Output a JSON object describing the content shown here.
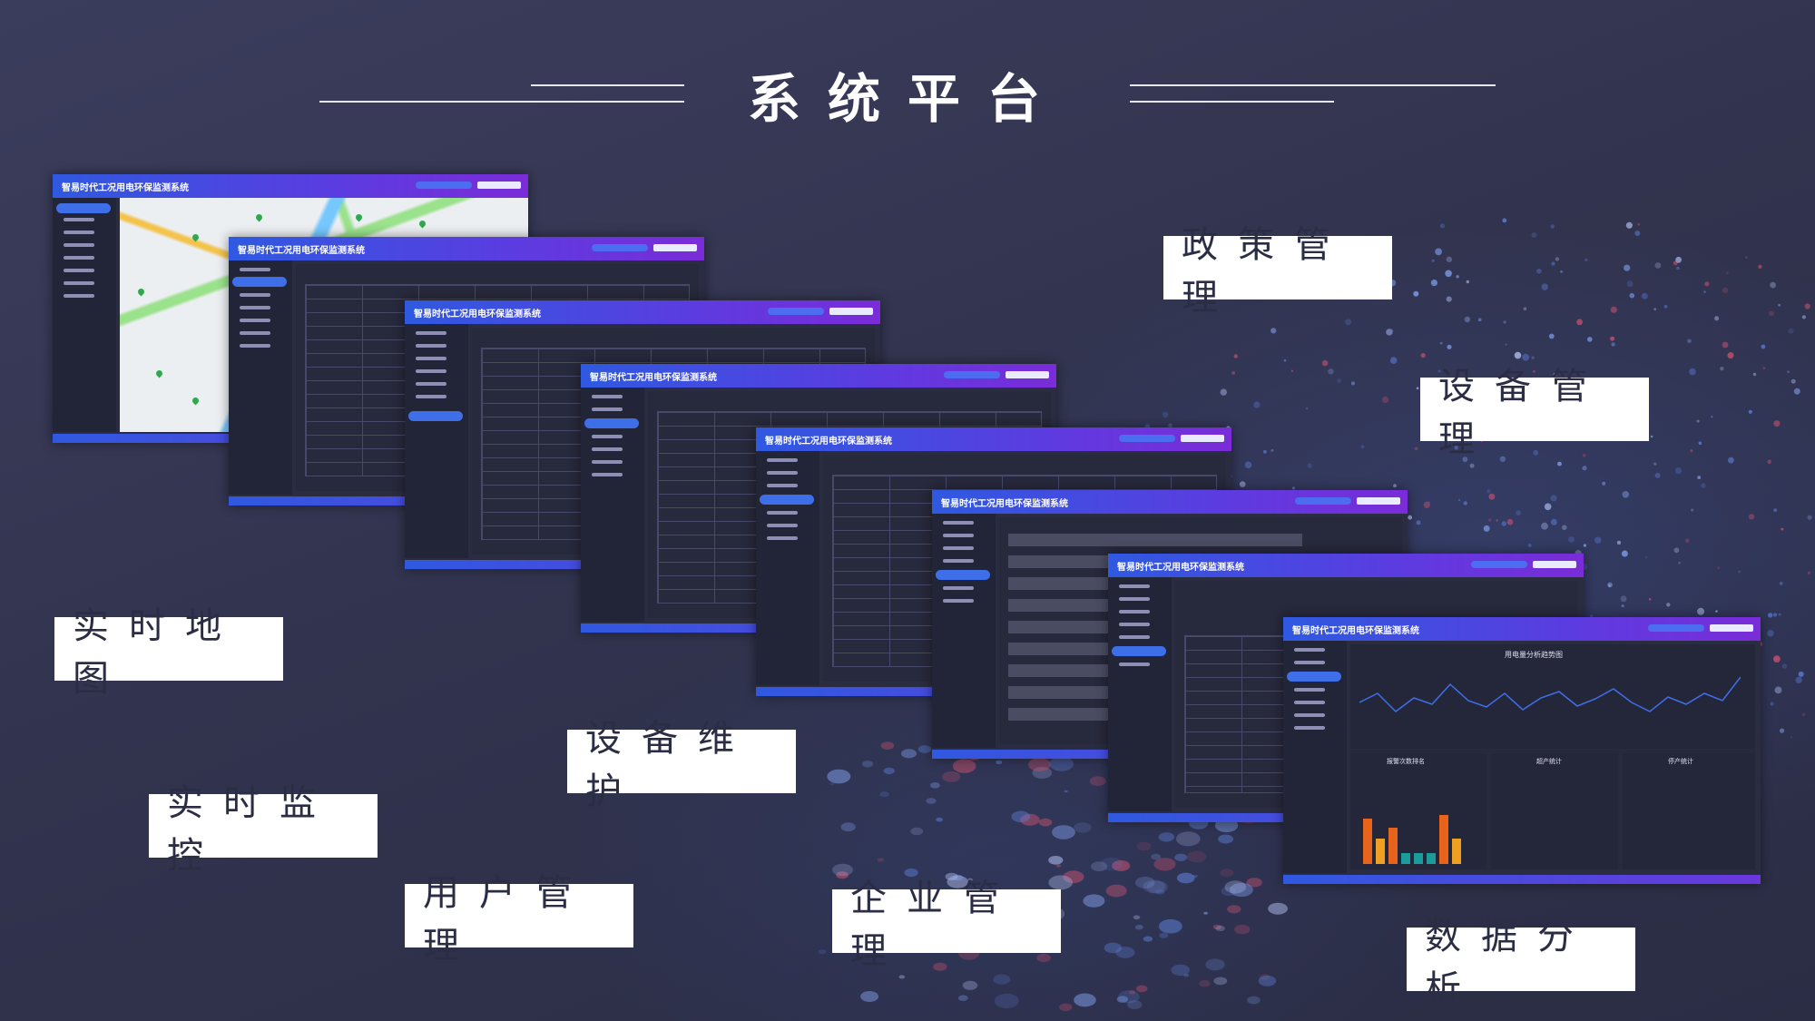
{
  "page": {
    "title": "系统平台"
  },
  "labels": {
    "realtime_map": "实时地图",
    "realtime_monitor": "实时监控",
    "user_mgmt": "用户管理",
    "device_maint": "设备维护",
    "enterprise_mgmt": "企业管理",
    "policy_mgmt": "政策管理",
    "device_mgmt": "设备管理",
    "data_analysis": "数据分析"
  },
  "screens": {
    "app_title": "智易时代工况用电环保监测系统",
    "chart_title": "用电量分析趋势图",
    "bar_title": "报警次数排名",
    "stats1_title": "超产统计",
    "stats2_title": "停产统计"
  },
  "colors": {
    "header_start": "#2f59e0",
    "header_end": "#7a2cd8",
    "accent": "#3f6fe8",
    "bar_orange": "#e8641c",
    "bar_teal": "#1b9c9a"
  }
}
